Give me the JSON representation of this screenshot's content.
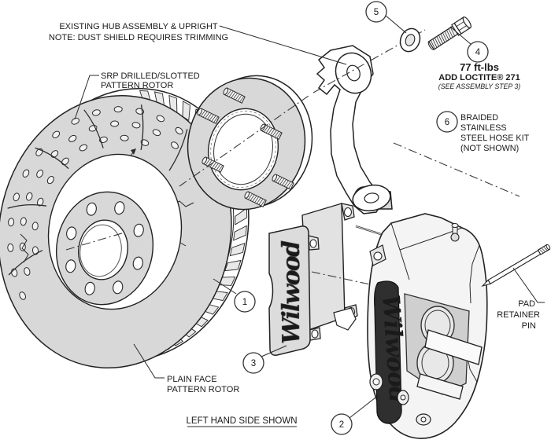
{
  "labels": {
    "hub_note": {
      "line1": "EXISTING HUB ASSEMBLY & UPRIGHT",
      "line2": "NOTE: DUST SHIELD REQUIRES TRIMMING"
    },
    "srp_rotor": {
      "line1": "SRP DRILLED/SLOTTED",
      "line2": "PATTERN ROTOR"
    },
    "torque": {
      "value": "77 ft-lbs",
      "loctite": "ADD LOCTITE® 271",
      "note": "(SEE ASSEMBLY STEP 3)"
    },
    "hose": {
      "line1": "BRAIDED",
      "line2": "STAINLESS",
      "line3": "STEEL HOSE KIT",
      "line4": "(NOT SHOWN)"
    },
    "pad_pin": {
      "line1": "PAD",
      "line2": "RETAINER",
      "line3": "PIN"
    },
    "plain_rotor": {
      "line1": "PLAIN FACE",
      "line2": "PATTERN ROTOR"
    },
    "footer": "LEFT HAND SIDE SHOWN"
  },
  "callouts": {
    "c1": "1",
    "c2": "2",
    "c3": "3",
    "c4": "4",
    "c5": "5",
    "c6": "6"
  },
  "brand": {
    "pad_logo": "Wilwood",
    "caliper_logo": "Wilwood"
  },
  "colors": {
    "line": "#1a1a1a",
    "part_gray": "#d8d8d8",
    "loctite_red": "#e31b23"
  }
}
